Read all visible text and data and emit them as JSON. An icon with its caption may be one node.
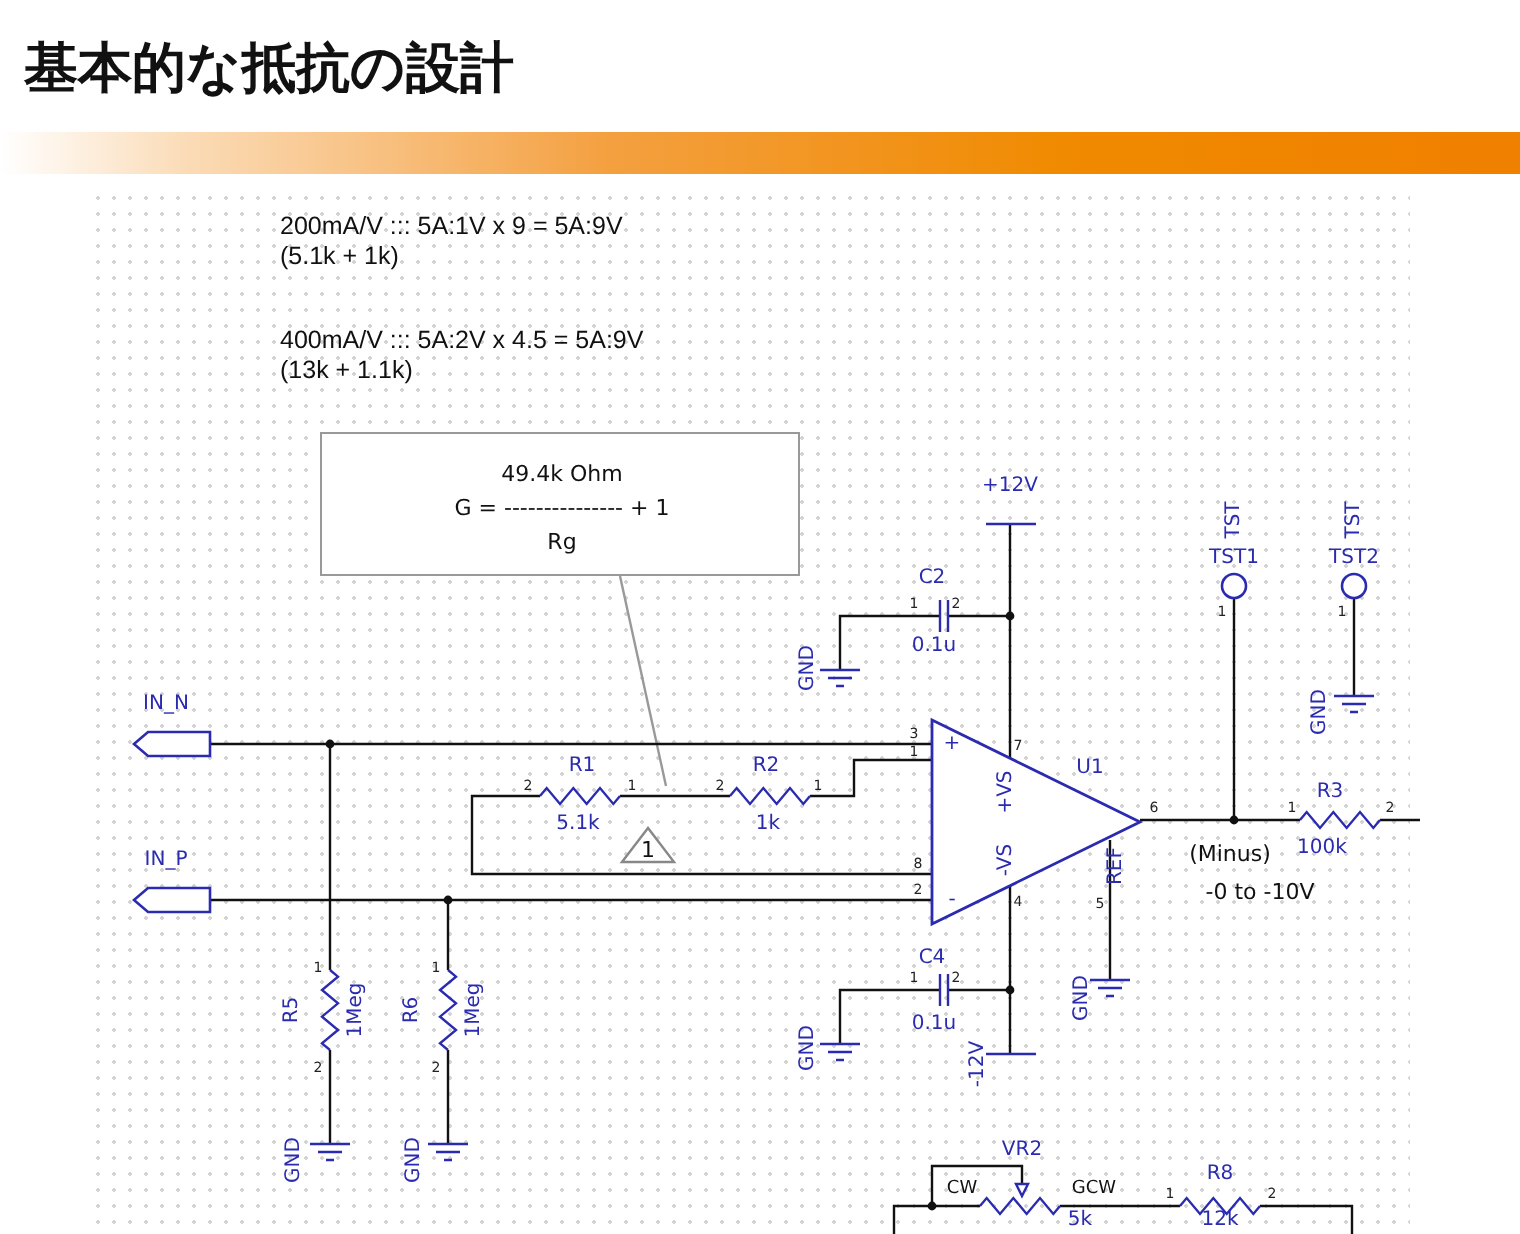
{
  "diagram": {
    "title": "基本的な抵抗の設計",
    "nodes": [
      {
        "text": [
          "49.4k Ohm",
          "G = --------------- + 1",
          "Rg"
        ]
      },
      {
        "text": [
          "1"
        ]
      },
      {
        "text": [
          "IN_N"
        ]
      },
      {
        "text": [
          "IN_P"
        ]
      },
      {
        "text": [
          "+",
          "-",
          "+VS",
          "-VS"
        ]
      },
      {
        "text": [
          "TST",
          "TST1"
        ]
      },
      {
        "text": [
          "TST",
          "TST2"
        ]
      }
    ],
    "edges": [
      {
        "from": 0,
        "to": null,
        "arrow": "none",
        "color": "#999999"
      },
      {
        "from": 2,
        "to": 4,
        "arrow": "none"
      },
      {
        "from": 3,
        "to": 4,
        "arrow": "none"
      },
      {
        "from": 4,
        "to": 5,
        "arrow": "none"
      }
    ],
    "labels": [
      "200mA/V ::: 5A:1V x 9 = 5A:9V",
      "(5.1k + 1k)",
      "400mA/V ::: 5A:2V x 4.5 = 5A:9V",
      "(13k + 1.1k)",
      "+12V",
      "C2",
      "1",
      "2",
      "0.1u",
      "GND",
      "GND",
      "U1",
      "3",
      "1",
      "7",
      "R1",
      "2",
      "1",
      "R2",
      "2",
      "1",
      "6",
      "R3",
      "1",
      "2",
      "5.1k",
      "1k",
      "(Minus)",
      "100k",
      "8",
      "2",
      "4",
      "REF",
      "5",
      "-0 to -10V",
      "C4",
      "1",
      "2",
      "GND",
      "R5",
      "1Meg",
      "R6",
      "1Meg",
      "1",
      "2",
      "1",
      "2",
      "0.1u",
      "GND",
      "-12V",
      "GND",
      "GND",
      "VR2",
      "CW",
      "GCW",
      "R8",
      "1",
      "2",
      "5k",
      "12k",
      "1",
      "1"
    ]
  }
}
